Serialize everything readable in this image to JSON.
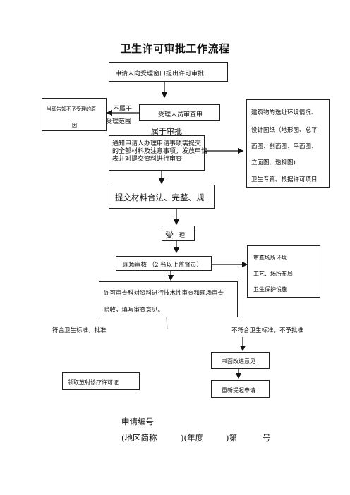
{
  "title": "卫生许可审批工作流程",
  "steps": {
    "apply": "申请人向受理窗口提出许可审批",
    "review": "受理人员审查申",
    "notify_reject": [
      "当即告知不予受理的原",
      "因"
    ],
    "not_belong_1": "不属于",
    "not_belong_2": "受理范围",
    "belong": "属于审批",
    "notice": [
      "通知申请人办理申请事项需提交",
      "的全部材料及注意事项，发放申请",
      "表并对提交资料进行审查"
    ],
    "materials_right": [
      "建筑物的选址环境情况、",
      "设计图纸（地形图、总平",
      "面图、剖面图、平面图、",
      "立面图、透视图)",
      "卫生专篇。根据许可项目"
    ],
    "check_complete": "提交材料合法、完整、规",
    "check_complete_tail": ". .",
    "accept_1": "受",
    "accept_2": "理",
    "site_inspect": "现场审核  （2 名以上监督员）",
    "site_items": [
      "审查场所环境",
      "工艺、场所布局",
      "卫生保护设施"
    ],
    "tech_review": [
      "许可审查科对资料进行技术性审查和现场审查",
      "验收，填写审查意见。"
    ],
    "approve_label": "符合卫生标准，批准",
    "reject_label": "不符合卫生标准，不予批准",
    "get_license": "领取放射诊疗许可证",
    "written_opinion": "书面改进意见",
    "reapply": "重新提起申请"
  },
  "footer": {
    "line1": "申请编号",
    "line2_a": "(地区简称",
    "line2_b": ")(年度",
    "line2_c": ")第",
    "line2_d": "号"
  }
}
